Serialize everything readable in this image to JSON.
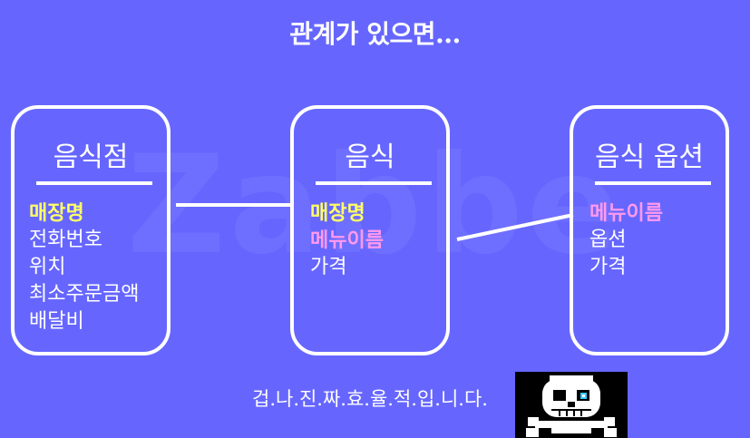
{
  "title": "관계가 있으면...",
  "watermark": "Zabbe",
  "entities": [
    {
      "name": "음식점",
      "attributes": [
        {
          "text": "매장명",
          "kind": "pk"
        },
        {
          "text": "전화번호",
          "kind": "plain"
        },
        {
          "text": "위치",
          "kind": "plain"
        },
        {
          "text": "최소주문금액",
          "kind": "plain"
        },
        {
          "text": "배달비",
          "kind": "plain"
        }
      ]
    },
    {
      "name": "음식",
      "attributes": [
        {
          "text": "매장명",
          "kind": "pk"
        },
        {
          "text": "메뉴이름",
          "kind": "fk"
        },
        {
          "text": "가격",
          "kind": "plain"
        }
      ]
    },
    {
      "name": "음식 옵션",
      "attributes": [
        {
          "text": "메뉴이름",
          "kind": "fk"
        },
        {
          "text": "옵션",
          "kind": "plain"
        },
        {
          "text": "가격",
          "kind": "plain"
        }
      ]
    }
  ],
  "footer": "겁.나.진.짜.효.율.적.입.니.다.",
  "colors": {
    "background": "#6666ff",
    "primary_key": "#ffff66",
    "foreign_key": "#ff99ee",
    "text": "#ffffff"
  },
  "icons": [
    "skull-pixel-art-icon"
  ]
}
